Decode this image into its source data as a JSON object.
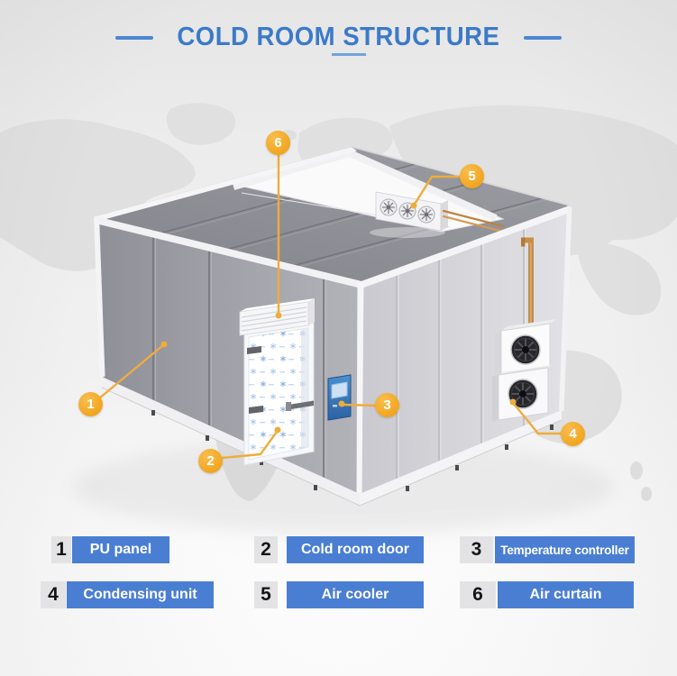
{
  "title": "COLD ROOM STRUCTURE",
  "items": [
    {
      "num": "1",
      "label": "PU panel"
    },
    {
      "num": "2",
      "label": "Cold room door"
    },
    {
      "num": "3",
      "label": "Temperature controller"
    },
    {
      "num": "4",
      "label": "Condensing unit"
    },
    {
      "num": "5",
      "label": "Air cooler"
    },
    {
      "num": "6",
      "label": "Air curtain"
    }
  ],
  "colors": {
    "legend_blue": "#4a7ed3",
    "legend_number_bg": "#e3e3e5",
    "callout_orange": "#f2a51e",
    "title_blue": "#3b7ac8",
    "left_wall_gray": "#9a9aa1",
    "right_wall_gray": "#d6d6da",
    "copper_pipe": "#c98f47"
  }
}
